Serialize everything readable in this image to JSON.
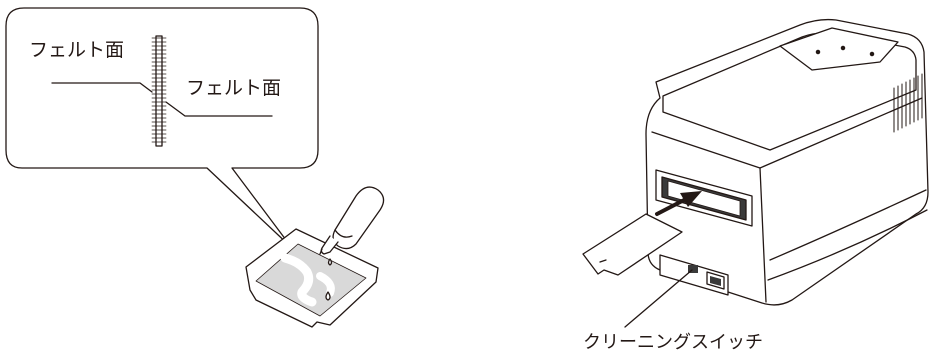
{
  "labels": {
    "felt_left": "フェルト面",
    "felt_right": "フェルト面",
    "cleaning_switch": "クリーニングスイッチ"
  },
  "colors": {
    "line": "#231815",
    "fill_light": "#ffffff",
    "fill_grey": "#d9d9d9",
    "fill_dark": "#3a3a3a"
  },
  "icons": {
    "callout": "speech-bubble",
    "bottle": "cleaning-fluid-bottle",
    "card": "cleaning-card",
    "printer": "card-printer",
    "arrow": "insert-arrow"
  }
}
